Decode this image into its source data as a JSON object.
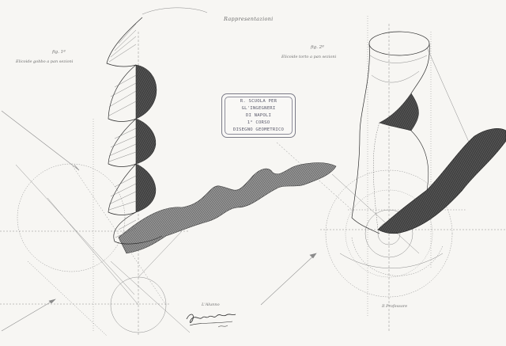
{
  "plate": {
    "title": "Rappresentazioni"
  },
  "figures": [
    {
      "label": "fig. 1ª",
      "caption": "Elicoide gobbo a pan sezioni"
    },
    {
      "label": "fig. 2ª",
      "caption": "Elicoide torto a pan sezioni"
    }
  ],
  "stamp": {
    "lines": [
      "R. SCUOLA PER GL'INGEGNERI",
      "DI NAPOLI",
      "1° CORSO",
      "DISEGNO GEOMETRICO"
    ]
  },
  "notes": {
    "bottom_left": "L'Alunno",
    "bottom_right": "Il Professore"
  },
  "colors": {
    "paper": "#f7f6f3",
    "ink_line": "#8a8a8a",
    "ink_dark": "#2e2e2e",
    "shade": "#5c5c5c",
    "stamp_ink": "#5c5c6c"
  }
}
